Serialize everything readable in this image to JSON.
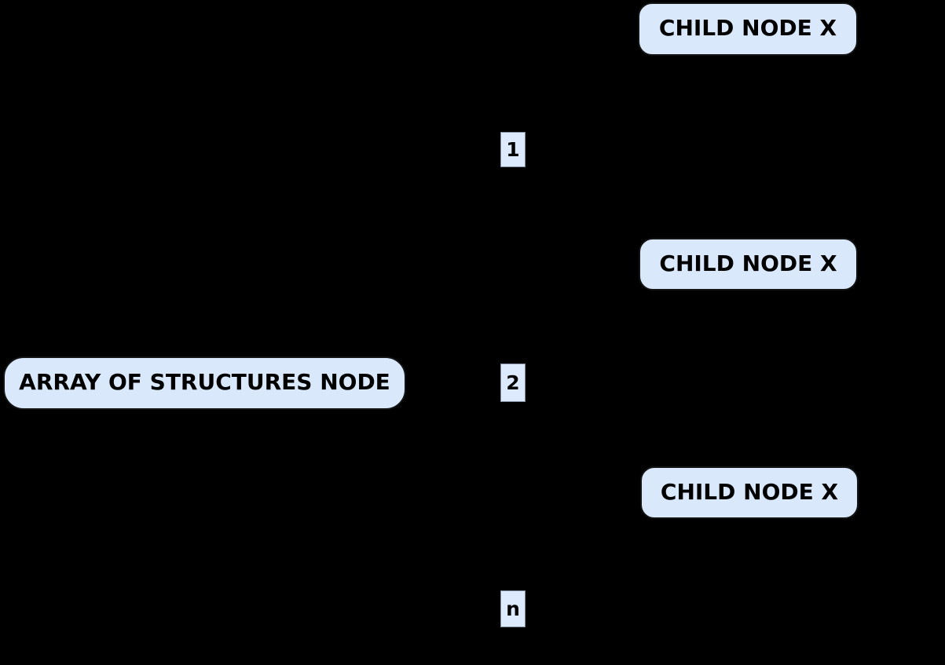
{
  "diagram": {
    "type": "tree",
    "colors": {
      "background": "#000000",
      "node_fill": "#dae8fc",
      "node_border": "#141414",
      "label_fill": "#dde9fc",
      "label_border": "#7f8da0",
      "text": "#000000"
    },
    "root": {
      "label": "ARRAY OF STRUCTURES NODE"
    },
    "edges": [
      {
        "index_label": "1",
        "child_label": "CHILD NODE X"
      },
      {
        "index_label": "2",
        "child_label": "CHILD NODE X"
      },
      {
        "index_label": "n",
        "child_label": "CHILD NODE X"
      }
    ]
  }
}
